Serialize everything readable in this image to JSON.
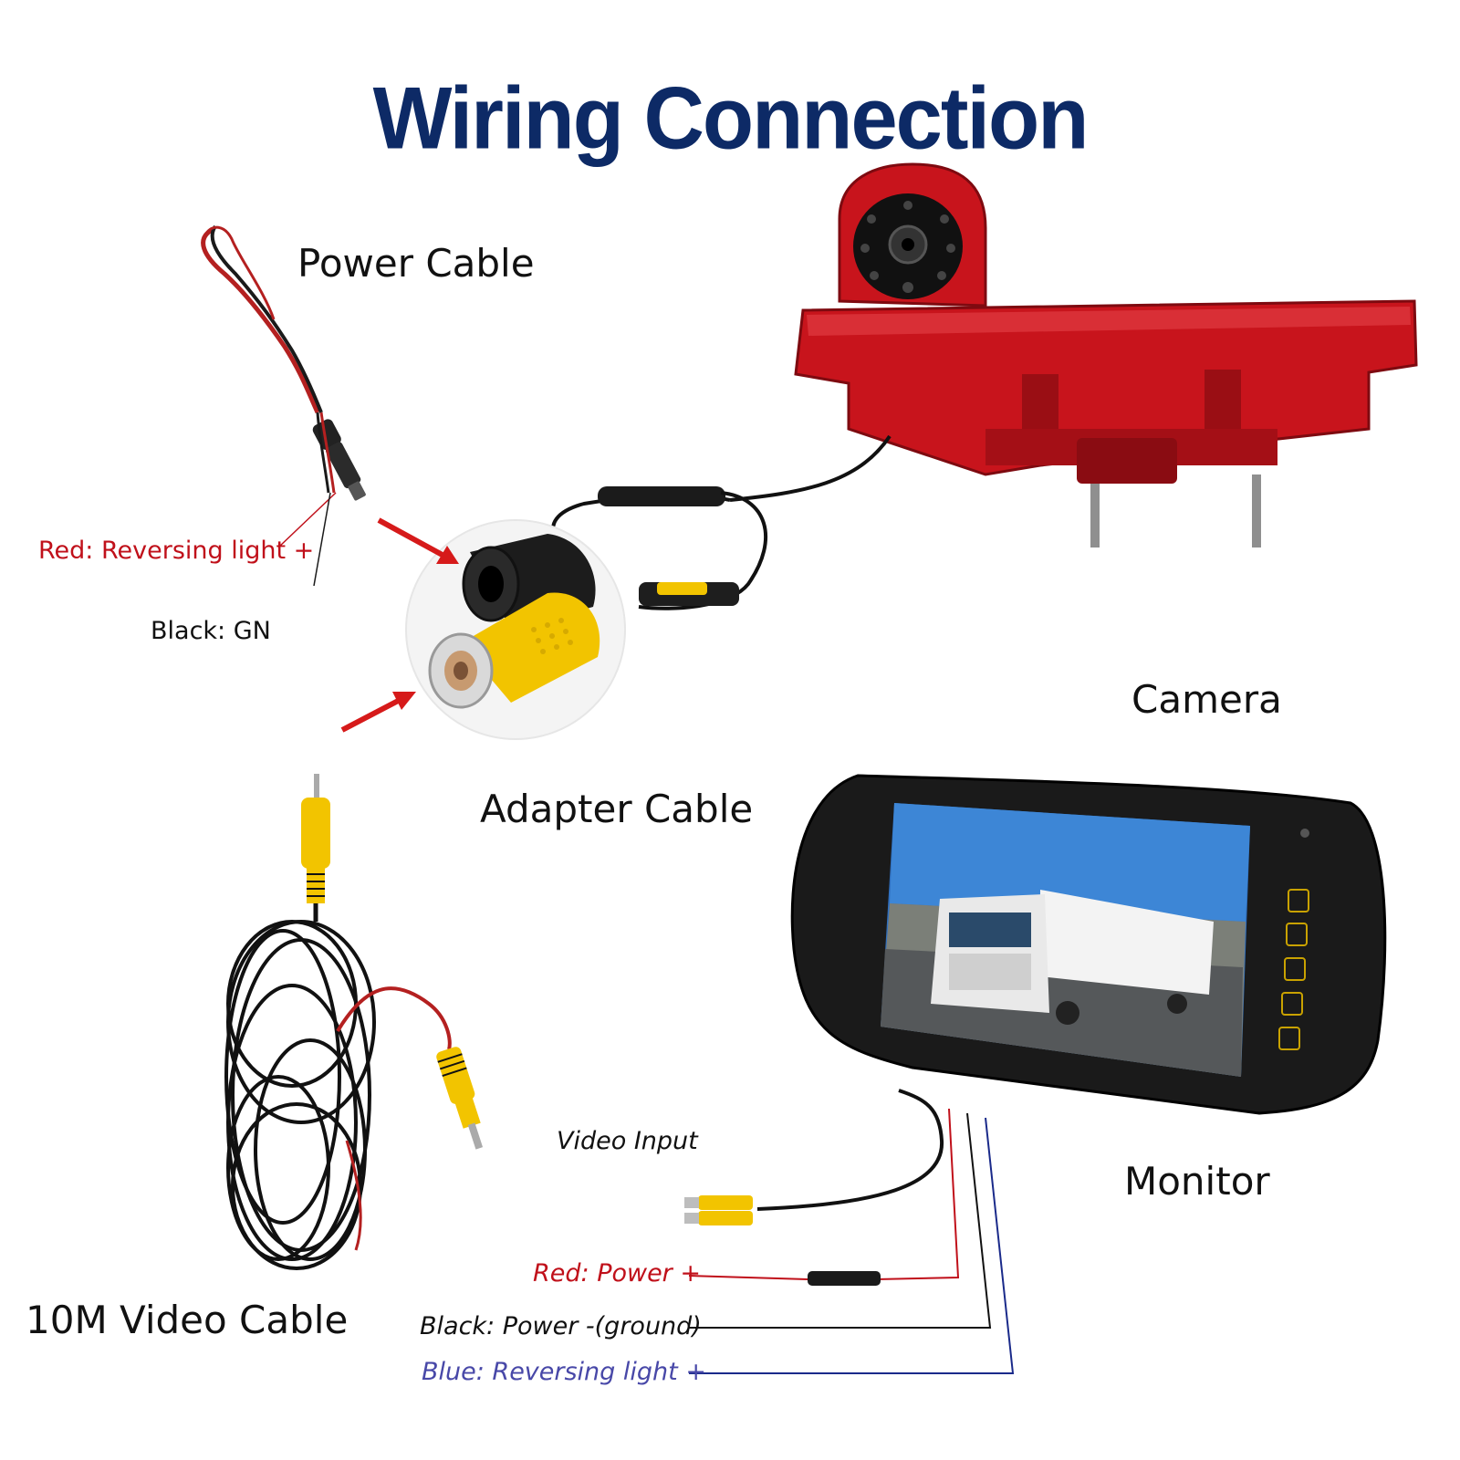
{
  "title": "Wiring Connection",
  "labels": {
    "power_cable": "Power Cable",
    "red_reversing": "Red: Reversing light +",
    "black_gnd": "Black: GN",
    "camera": "Camera",
    "adapter_cable": "Adapter Cable",
    "monitor": "Monitor",
    "video_input": "Video Input",
    "video_cable": "10M Video Cable",
    "red_power": "Red: Power +",
    "black_power": "Black: Power -(ground)",
    "blue_reversing": "Blue: Reversing light +"
  },
  "colors": {
    "title": "#0d2a66",
    "red_label": "#c0101a",
    "blue_label": "#4848a8",
    "camera_body": "#c8141c",
    "rca_yellow": "#f2c400"
  },
  "icons": [
    "power-cable-illustration",
    "camera-brake-light-illustration",
    "adapter-cable-illustration",
    "monitor-illustration",
    "video-cable-illustration"
  ]
}
